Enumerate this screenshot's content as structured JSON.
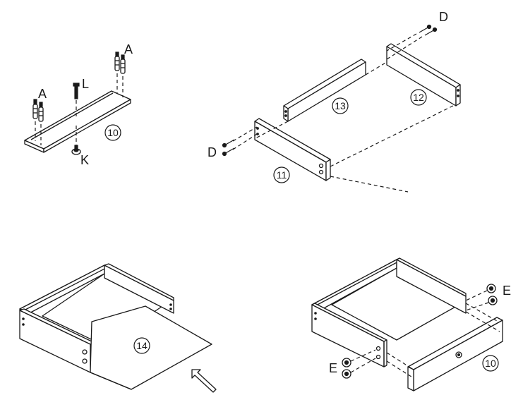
{
  "step1": {
    "dowel_label_left": "A",
    "dowel_label_right": "A",
    "screw_label": "L",
    "knob_label": "K",
    "part_number": "10"
  },
  "step2": {
    "screw_label_top": "D",
    "screw_label_bottom": "D",
    "part_back": "13",
    "part_right_side": "12",
    "part_left_side": "11"
  },
  "step3": {
    "bottom_panel_number": "14"
  },
  "step4": {
    "cam_label_top": "E",
    "cam_label_bottom": "E",
    "front_panel_number": "10"
  }
}
